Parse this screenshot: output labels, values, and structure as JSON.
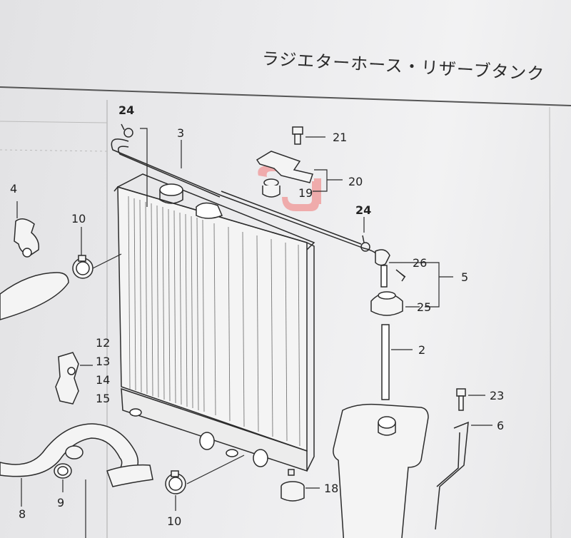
{
  "page_title": "ラジエターホース・リザーブタンク",
  "callouts": [
    {
      "id": "24a",
      "text": "24"
    },
    {
      "id": "3",
      "text": "3"
    },
    {
      "id": "21",
      "text": "21"
    },
    {
      "id": "20",
      "text": "20"
    },
    {
      "id": "19",
      "text": "19"
    },
    {
      "id": "24b",
      "text": "24"
    },
    {
      "id": "4",
      "text": "4"
    },
    {
      "id": "10a",
      "text": "10"
    },
    {
      "id": "26",
      "text": "26"
    },
    {
      "id": "5",
      "text": "5"
    },
    {
      "id": "25",
      "text": "25"
    },
    {
      "id": "2",
      "text": "2"
    },
    {
      "id": "12",
      "text": "12"
    },
    {
      "id": "13",
      "text": "13"
    },
    {
      "id": "14",
      "text": "14"
    },
    {
      "id": "15",
      "text": "15"
    },
    {
      "id": "23",
      "text": "23"
    },
    {
      "id": "6",
      "text": "6"
    },
    {
      "id": "18",
      "text": "18"
    },
    {
      "id": "8",
      "text": "8"
    },
    {
      "id": "9",
      "text": "9"
    },
    {
      "id": "10b",
      "text": "10"
    }
  ],
  "colors": {
    "ink": "#2b2b2b",
    "highlight": "#f0a0a0"
  }
}
